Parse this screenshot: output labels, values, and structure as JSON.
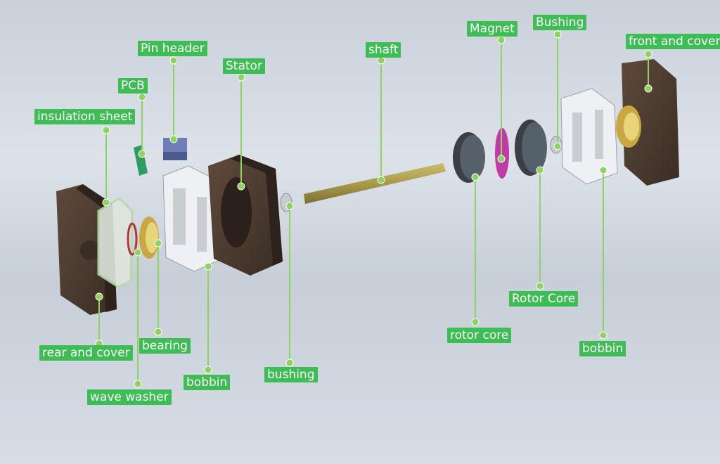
{
  "labels": {
    "pin_header": "Pin header",
    "stator": "Stator",
    "pcb": "PCB",
    "insulation_sheet": "insulation sheet",
    "shaft": "shaft",
    "magnet": "Magnet",
    "bushing_top": "Bushing",
    "front_cover": "front and cover",
    "rear_cover": "rear and cover",
    "bearing": "bearing",
    "wave_washer": "wave washer",
    "bobbin_left": "bobbin",
    "bushing_mid": "bushing",
    "rotor_core_lower": "rotor core",
    "rotor_core_upper": "Rotor Core",
    "bobbin_right": "bobbin"
  },
  "colors": {
    "label_bg": "#3fbd55",
    "leader_line": "#8fd35f",
    "housing": "#4a3a2f",
    "shaft": "#a89a4a",
    "magnet": "#c03aa8",
    "bobbin": "#e6e8ec",
    "bearing": "#c9a742"
  }
}
